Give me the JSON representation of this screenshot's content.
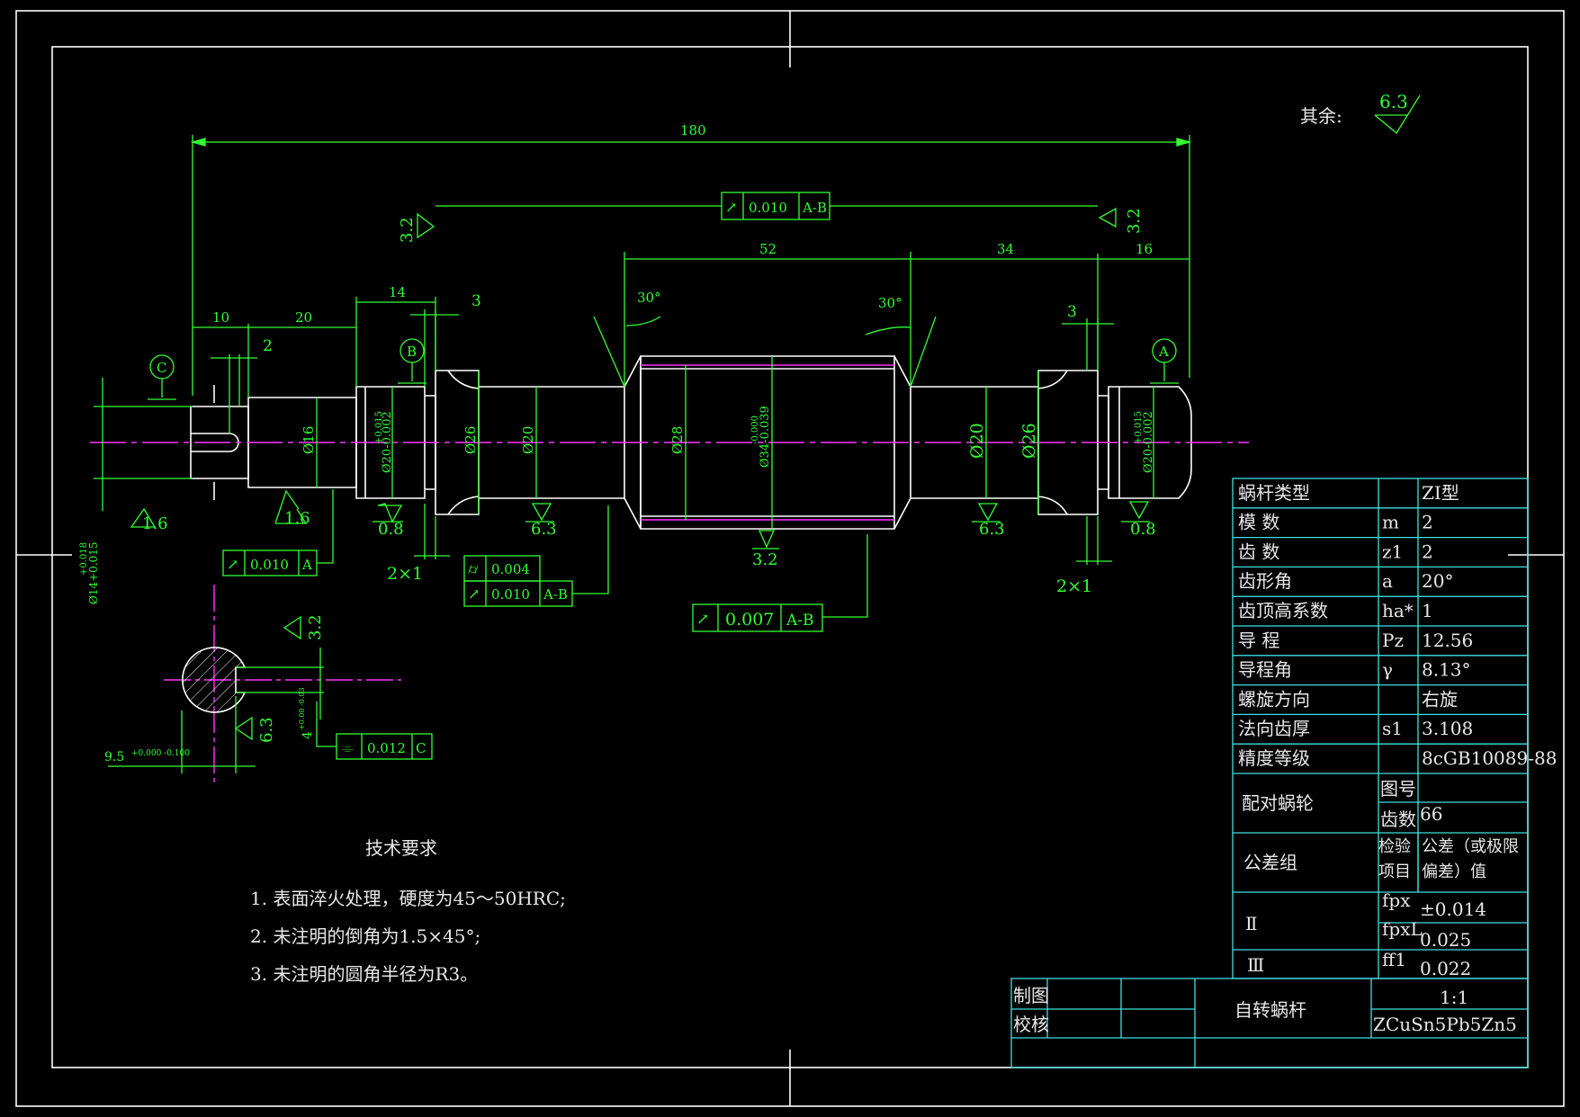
{
  "colors": {
    "background": "#000000",
    "outline": "#ffffff",
    "dimension": "#33ff33",
    "table_grid": "#3fe0e0",
    "centerline": "#ff33ff",
    "text": "#e8e8e8"
  },
  "roughness_general": {
    "label": "其余:",
    "value": "6.3"
  },
  "dimensions": {
    "overall_length": "180",
    "worm_length": "52",
    "right_journal_length": "34",
    "right_end_length": "16",
    "left_step_1": "10",
    "left_step_2": "20",
    "left_shoulder": "14",
    "groove_left": "3",
    "groove_right": "3",
    "keyway_offset": "2",
    "chamfer_left": "2×1",
    "chamfer_right": "2×1",
    "angle_left": "30°",
    "angle_right": "30°",
    "dia_16": "Ø16",
    "dia_20_left": "Ø20-0.002",
    "dia_20_left_tol_upper": "+0.015",
    "dia_26_left": "Ø26",
    "dia_20_mid_left": "Ø20",
    "dia_28": "Ø28",
    "dia_34": "Ø34-0.039",
    "dia_34_tol_upper": "-0.000",
    "dia_20_mid_right": "Ø20",
    "dia_26_right": "Ø26",
    "dia_20_right": "Ø20-0.002",
    "dia_20_right_tol_upper": "+0.015",
    "dia_14": "Ø14+0.015",
    "dia_14_tol_upper": "+0.018",
    "section_width": "9.5",
    "section_width_tol": "+0.000 -0.100",
    "key_width": "4",
    "key_width_tol": "+0.00 -0.03"
  },
  "roughness_marks": [
    "1.6",
    "1.6",
    "0.8",
    "6.3",
    "3.2",
    "6.3",
    "0.8",
    "3.2",
    "3.2",
    "3.2",
    "6.3"
  ],
  "datums": [
    "C",
    "B",
    "A"
  ],
  "tolerance_frames": [
    {
      "symbol": "↗",
      "value": "0.010",
      "datum": "A-B"
    },
    {
      "symbol": "↗",
      "value": "0.010",
      "datum": "A"
    },
    {
      "symbol": "⌭",
      "value": "0.004",
      "datum": ""
    },
    {
      "symbol": "↗",
      "value": "0.010",
      "datum": "A-B"
    },
    {
      "symbol": "↗",
      "value": "0.007",
      "datum": "A-B"
    },
    {
      "symbol": "⌯",
      "value": "0.012",
      "datum": "C"
    }
  ],
  "tech_requirements": {
    "title": "技术要求",
    "items": [
      "1. 表面淬火处理，硬度为45～50HRC;",
      "2. 未注明的倒角为1.5×45°;",
      "3.  未注明的圆角半径为R3。"
    ]
  },
  "param_table": {
    "rows": [
      {
        "name": "蜗杆类型",
        "sym": "",
        "value": "ZI型"
      },
      {
        "name": "模  数",
        "sym": "m",
        "value": "2"
      },
      {
        "name": "齿  数",
        "sym": "z1",
        "value": "2"
      },
      {
        "name": "齿形角",
        "sym": "a",
        "value": "20°"
      },
      {
        "name": "齿顶高系数",
        "sym": "ha*",
        "value": "1"
      },
      {
        "name": "导  程",
        "sym": "Pz",
        "value": "12.56"
      },
      {
        "name": "导程角",
        "sym": "γ",
        "value": "8.13°"
      },
      {
        "name": "螺旋方向",
        "sym": "",
        "value": "右旋"
      },
      {
        "name": "法向齿厚",
        "sym": "s1",
        "value": "3.108"
      },
      {
        "name": "精度等级",
        "sym": "",
        "value": "8cGB10089-88"
      }
    ],
    "mating_worm_wheel": {
      "name": "配对蜗轮",
      "fig_no_label": "图号",
      "fig_no_value": "",
      "teeth_label": "齿数",
      "teeth_value": "66"
    },
    "tolerance_group": {
      "name": "公差组",
      "check_label": "检验项目",
      "value_label": "公差（或极限偏差）值"
    },
    "group_II": {
      "name": "Ⅱ",
      "items": [
        {
          "sym": "fpx",
          "value": "±0.014"
        },
        {
          "sym": "fpxL",
          "value": "0.025"
        }
      ]
    },
    "group_III": {
      "name": "Ⅲ",
      "items": [
        {
          "sym": "ff1",
          "value": "0.022"
        }
      ]
    }
  },
  "title_block": {
    "drawn_label": "制图",
    "checked_label": "校核",
    "part_name": "自转蜗杆",
    "scale": "1:1",
    "material": "ZCuSn5Pb5Zn5"
  }
}
